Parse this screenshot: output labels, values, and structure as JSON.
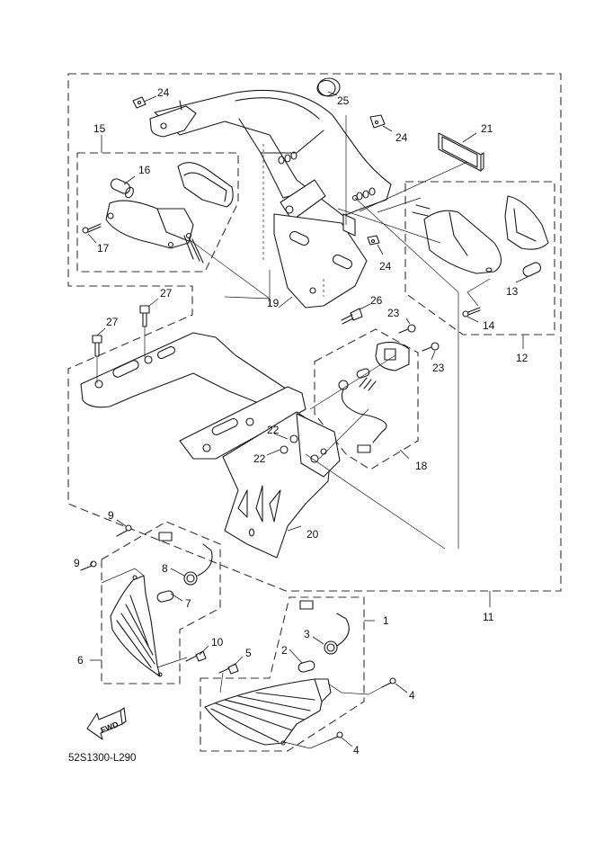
{
  "diagram": {
    "title": "Flasher light / tail light assembly exploded view",
    "code": "52S1300-L290",
    "fwd_label": "FWD",
    "callouts": [
      {
        "id": "1",
        "label": "1"
      },
      {
        "id": "2",
        "label": "2"
      },
      {
        "id": "3",
        "label": "3"
      },
      {
        "id": "4a",
        "label": "4"
      },
      {
        "id": "4b",
        "label": "4"
      },
      {
        "id": "5",
        "label": "5"
      },
      {
        "id": "6",
        "label": "6"
      },
      {
        "id": "7",
        "label": "7"
      },
      {
        "id": "8",
        "label": "8"
      },
      {
        "id": "9a",
        "label": "9"
      },
      {
        "id": "9b",
        "label": "9"
      },
      {
        "id": "10",
        "label": "10"
      },
      {
        "id": "11",
        "label": "11"
      },
      {
        "id": "12",
        "label": "12"
      },
      {
        "id": "13",
        "label": "13"
      },
      {
        "id": "14",
        "label": "14"
      },
      {
        "id": "15",
        "label": "15"
      },
      {
        "id": "16",
        "label": "16"
      },
      {
        "id": "17",
        "label": "17"
      },
      {
        "id": "18",
        "label": "18"
      },
      {
        "id": "19",
        "label": "19"
      },
      {
        "id": "20",
        "label": "20"
      },
      {
        "id": "21",
        "label": "21"
      },
      {
        "id": "22a",
        "label": "22"
      },
      {
        "id": "22b",
        "label": "22"
      },
      {
        "id": "23a",
        "label": "23"
      },
      {
        "id": "23b",
        "label": "23"
      },
      {
        "id": "24a",
        "label": "24"
      },
      {
        "id": "24b",
        "label": "24"
      },
      {
        "id": "24c",
        "label": "24"
      },
      {
        "id": "25",
        "label": "25"
      },
      {
        "id": "26",
        "label": "26"
      },
      {
        "id": "27a",
        "label": "27"
      },
      {
        "id": "27b",
        "label": "27"
      }
    ]
  }
}
